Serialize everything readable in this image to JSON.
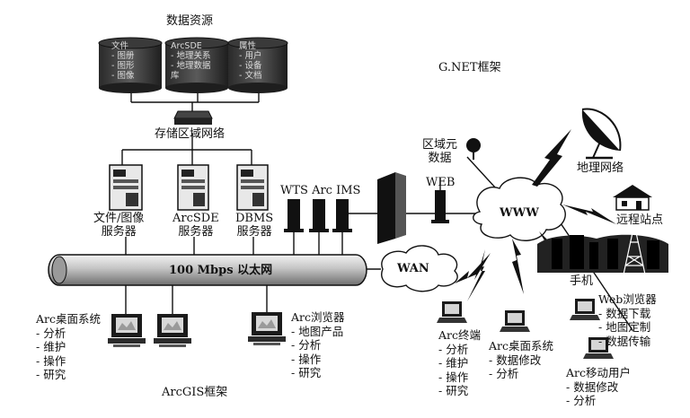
{
  "data_resources": {
    "title": "数据资源",
    "databases": [
      {
        "lines": [
          "文件",
          "- 图册",
          "- 图形",
          "- 图像"
        ]
      },
      {
        "lines": [
          "ArcSDE",
          "- 地理关系",
          "- 地理数据",
          "  库"
        ]
      },
      {
        "lines": [
          "属性",
          "- 用户",
          "- 设备",
          "- 文档"
        ]
      }
    ]
  },
  "san_label": "存储区域网络",
  "servers": [
    {
      "lines": [
        "文件/图像",
        "服务器"
      ]
    },
    {
      "lines": [
        "ArcSDE",
        "服务器"
      ]
    },
    {
      "lines": [
        "DBMS",
        "服务器"
      ]
    }
  ],
  "wts_label": "WTS Arc IMS",
  "ethernet_label": "100 Mbps 以太网",
  "gnet_label": "G.NET框架",
  "regional_data": [
    "区域元",
    "数据"
  ],
  "web_label": "WEB",
  "www_label": "WWW",
  "wan_label": "WAN",
  "geo_network": "地理网络",
  "remote_site": "远程站点",
  "mobile_phone": "手机",
  "arc_desktop_left": {
    "title": "Arc桌面系统",
    "items": [
      "- 分析",
      "- 维护",
      "- 操作",
      "- 研究"
    ]
  },
  "arc_browser": {
    "title": "Arc浏览器",
    "items": [
      "- 地图产品",
      "- 分析",
      "- 操作",
      "- 研究"
    ]
  },
  "arcgis_label": "ArcGIS框架",
  "arc_terminal": {
    "title": "Arc终端",
    "items": [
      "- 分析",
      "- 维护",
      "- 操作",
      "- 研究"
    ]
  },
  "arc_desktop_right": {
    "title": "Arc桌面系统",
    "items": [
      "- 数据修改",
      "- 分析"
    ]
  },
  "web_browser": {
    "title": "Web浏览器",
    "items": [
      "- 数据下载",
      "- 地图定制",
      "- 数据传输"
    ]
  },
  "arc_mobile": {
    "title": "Arc移动用户",
    "items": [
      "- 数据修改",
      "- 分析"
    ]
  }
}
